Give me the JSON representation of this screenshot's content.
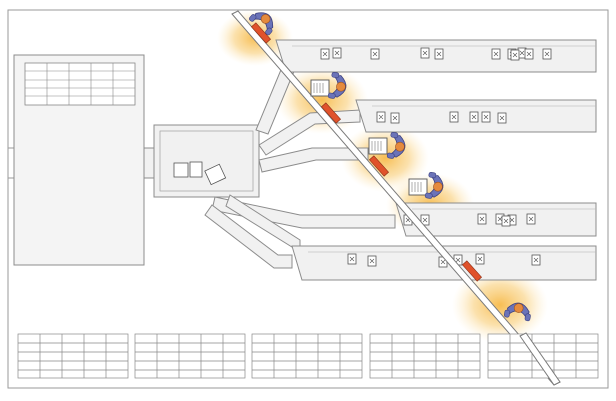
{
  "diagram": {
    "description_visible_text": "",
    "colors": {
      "background": "#ffffff",
      "floor_line": "#9a9a9a",
      "conveyor_fill": "#f1f1f1",
      "conveyor_edge": "#8c8c8c",
      "glow": "#f6b640",
      "scanner_bar": "#e0522b",
      "operator_body": "#6b73b8",
      "operator_skin": "#e58a3d",
      "workstation": "#ffffff"
    },
    "lanes": [
      {
        "name": "lane-1",
        "parcel_count": 11
      },
      {
        "name": "lane-2",
        "parcel_count": 6
      },
      {
        "name": "lane-3",
        "parcel_count": 7
      },
      {
        "name": "lane-4",
        "parcel_count": 6
      }
    ],
    "operators": 5,
    "workstations": 3,
    "scanners": 4,
    "storage_racks": 5
  }
}
